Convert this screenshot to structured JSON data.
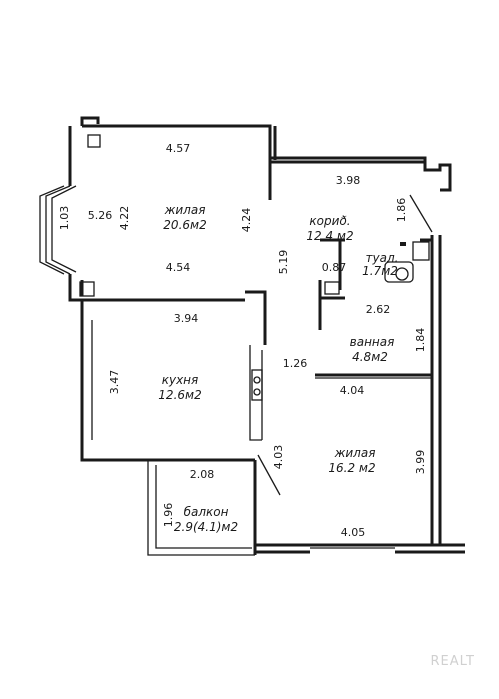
{
  "rooms": {
    "living1": {
      "name": "жилая",
      "area": "20.6м2"
    },
    "corridor": {
      "name": "кориð.",
      "area": "12.4 м2"
    },
    "toilet": {
      "name": "туал.",
      "area": "1.7м2"
    },
    "bathroom": {
      "name": "ванная",
      "area": "4.8м2"
    },
    "kitchen": {
      "name": "кухня",
      "area": "12.6м2"
    },
    "living2": {
      "name": "жилая",
      "area": "16.2 м2"
    },
    "balcony": {
      "name": "балкон",
      "area": "2.9(4.1)м2"
    }
  },
  "dimensions": {
    "d457": "4.57",
    "d398": "3.98",
    "d526": "5.26",
    "d422": "4.22",
    "d103": "1.03",
    "d424": "4.24",
    "d186": "1.86",
    "d454": "4.54",
    "d519": "5.19",
    "d087": "0.87",
    "d262": "2.62",
    "d394": "3.94",
    "d184": "1.84",
    "d347": "3.47",
    "d126": "1.26",
    "d404": "4.04",
    "d399": "3.99",
    "d403": "4.03",
    "d208": "2.08",
    "d196": "1.96",
    "d405": "4.05"
  },
  "watermark": "REALT"
}
